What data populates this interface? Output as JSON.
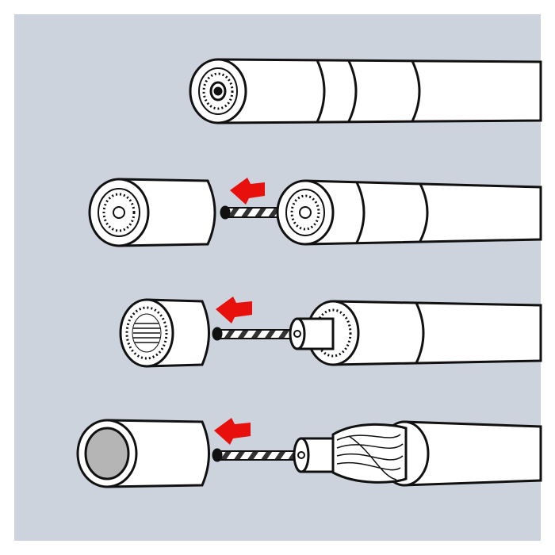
{
  "colors": {
    "background": "#ccd3dd",
    "arrow": "#e8100c",
    "outline": "#111111",
    "jacket": "#ffffff",
    "dielectric_fill": "#b5b5b5"
  },
  "icons": [
    "left-arrow-icon",
    "left-arrow-icon",
    "left-arrow-icon"
  ],
  "steps": [
    {
      "stage": "intact-cable"
    },
    {
      "stage": "outer-jacket-removed"
    },
    {
      "stage": "shield-removed"
    },
    {
      "stage": "dielectric-removed"
    }
  ]
}
